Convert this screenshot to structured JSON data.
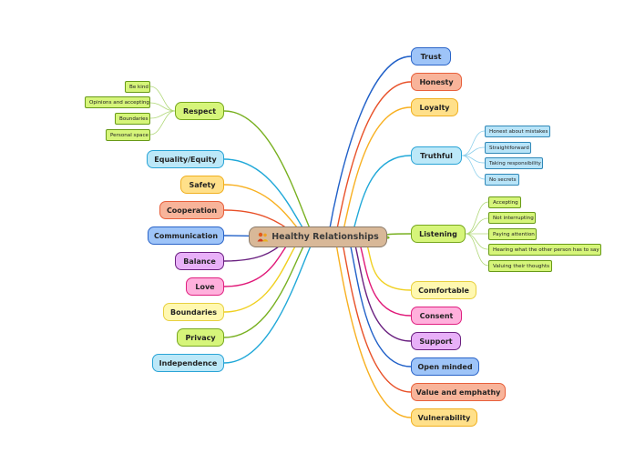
{
  "center": {
    "label": "Healthy Relationships",
    "icon": "people-icon"
  },
  "left": [
    {
      "label": "Respect"
    },
    {
      "label": "Equality/Equity"
    },
    {
      "label": "Safety"
    },
    {
      "label": "Cooperation"
    },
    {
      "label": "Communication"
    },
    {
      "label": "Balance"
    },
    {
      "label": "Love"
    },
    {
      "label": "Boundaries"
    },
    {
      "label": "Privacy"
    },
    {
      "label": "Independence"
    }
  ],
  "right": [
    {
      "label": "Trust"
    },
    {
      "label": "Honesty"
    },
    {
      "label": "Loyalty"
    },
    {
      "label": "Truthful"
    },
    {
      "label": "Listening"
    },
    {
      "label": "Comfortable"
    },
    {
      "label": "Consent"
    },
    {
      "label": "Support"
    },
    {
      "label": "Open minded"
    },
    {
      "label": "Value and emphathy"
    },
    {
      "label": "Vulnerability"
    }
  ],
  "respect_children": [
    "Be kind",
    "Opinions and accepting",
    "Boundaries",
    "Personal space"
  ],
  "truthful_children": [
    "Honest about mistakes",
    "Straightforward",
    "Taking responsibility",
    "No secrets"
  ],
  "listening_children": [
    "Accepting",
    "Not interrupting",
    "Paying attention",
    "Hearing what the other person has to say",
    "Valuing their thoughts"
  ]
}
